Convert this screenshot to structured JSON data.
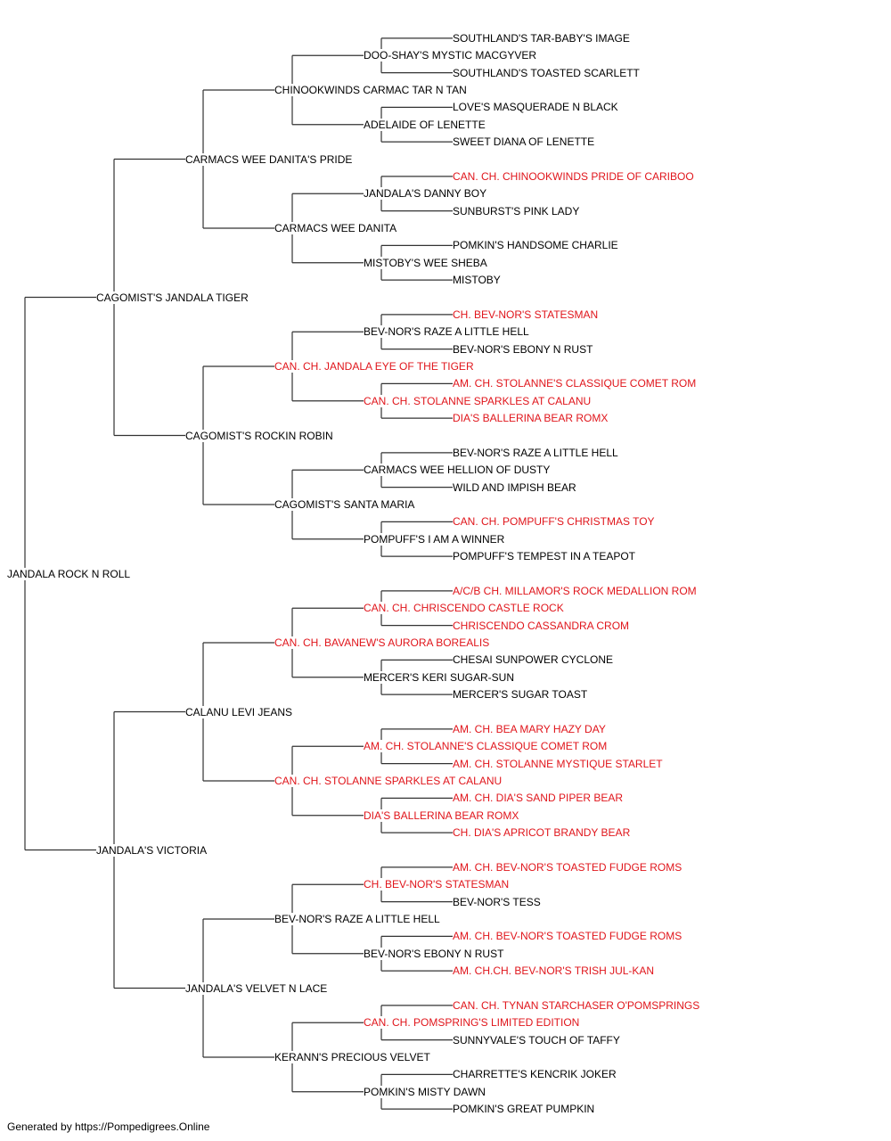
{
  "colors": {
    "champion": "#e0151b",
    "normal": "#000000",
    "line": "#333333"
  },
  "footer": "Generated by https://Pompedigrees.Online",
  "pedigree": {
    "name": "JANDALA ROCK N ROLL",
    "champion": false,
    "sire": {
      "name": "CAGOMIST'S JANDALA TIGER",
      "champion": false,
      "sire": {
        "name": "CARMACS WEE DANITA'S PRIDE",
        "champion": false,
        "sire": {
          "name": "CHINOOKWINDS CARMAC TAR N TAN",
          "champion": false,
          "sire": {
            "name": "DOO-SHAY'S MYSTIC MACGYVER",
            "champion": false,
            "sire": {
              "name": "SOUTHLAND'S TAR-BABY'S IMAGE",
              "champion": false
            },
            "dam": {
              "name": "SOUTHLAND'S TOASTED SCARLETT",
              "champion": false
            }
          },
          "dam": {
            "name": "ADELAIDE OF LENETTE",
            "champion": false,
            "sire": {
              "name": "LOVE'S MASQUERADE N BLACK",
              "champion": false
            },
            "dam": {
              "name": "SWEET DIANA OF LENETTE",
              "champion": false
            }
          }
        },
        "dam": {
          "name": "CARMACS WEE DANITA",
          "champion": false,
          "sire": {
            "name": "JANDALA'S DANNY BOY",
            "champion": false,
            "sire": {
              "name": "CAN. CH. CHINOOKWINDS PRIDE OF CARIBOO",
              "champion": true
            },
            "dam": {
              "name": "SUNBURST'S PINK LADY",
              "champion": false
            }
          },
          "dam": {
            "name": "MISTOBY'S WEE SHEBA",
            "champion": false,
            "sire": {
              "name": "POMKIN'S HANDSOME CHARLIE",
              "champion": false
            },
            "dam": {
              "name": "MISTOBY",
              "champion": false
            }
          }
        }
      },
      "dam": {
        "name": "CAGOMIST'S ROCKIN ROBIN",
        "champion": false,
        "sire": {
          "name": "CAN. CH. JANDALA EYE OF THE TIGER",
          "champion": true,
          "sire": {
            "name": "BEV-NOR'S RAZE A LITTLE HELL",
            "champion": false,
            "sire": {
              "name": "CH. BEV-NOR'S STATESMAN",
              "champion": true
            },
            "dam": {
              "name": "BEV-NOR'S EBONY N RUST",
              "champion": false
            }
          },
          "dam": {
            "name": "CAN. CH. STOLANNE SPARKLES AT CALANU",
            "champion": true,
            "sire": {
              "name": "AM. CH. STOLANNE'S CLASSIQUE COMET ROM",
              "champion": true
            },
            "dam": {
              "name": "DIA'S BALLERINA BEAR ROMX",
              "champion": true
            }
          }
        },
        "dam": {
          "name": "CAGOMIST'S SANTA MARIA",
          "champion": false,
          "sire": {
            "name": "CARMACS WEE HELLION OF DUSTY",
            "champion": false,
            "sire": {
              "name": "BEV-NOR'S RAZE A LITTLE HELL",
              "champion": false
            },
            "dam": {
              "name": "WILD AND IMPISH BEAR",
              "champion": false
            }
          },
          "dam": {
            "name": "POMPUFF'S I AM A WINNER",
            "champion": false,
            "sire": {
              "name": "CAN. CH. POMPUFF'S CHRISTMAS TOY",
              "champion": true
            },
            "dam": {
              "name": "POMPUFF'S TEMPEST IN A TEAPOT",
              "champion": false
            }
          }
        }
      }
    },
    "dam": {
      "name": "JANDALA'S VICTORIA",
      "champion": false,
      "sire": {
        "name": "CALANU LEVI JEANS",
        "champion": false,
        "sire": {
          "name": "CAN. CH. BAVANEW'S AURORA BOREALIS",
          "champion": true,
          "sire": {
            "name": "CAN. CH. CHRISCENDO CASTLE ROCK",
            "champion": true,
            "sire": {
              "name": "A/C/B CH. MILLAMOR'S ROCK MEDALLION ROM",
              "champion": true
            },
            "dam": {
              "name": "CHRISCENDO CASSANDRA CROM",
              "champion": true
            }
          },
          "dam": {
            "name": "MERCER'S KERI SUGAR-SUN",
            "champion": false,
            "sire": {
              "name": "CHESAI SUNPOWER CYCLONE",
              "champion": false
            },
            "dam": {
              "name": "MERCER'S SUGAR TOAST",
              "champion": false
            }
          }
        },
        "dam": {
          "name": "CAN. CH. STOLANNE SPARKLES AT CALANU",
          "champion": true,
          "sire": {
            "name": "AM. CH. STOLANNE'S CLASSIQUE COMET ROM",
            "champion": true,
            "sire": {
              "name": "AM. CH. BEA MARY HAZY DAY",
              "champion": true
            },
            "dam": {
              "name": "AM. CH. STOLANNE MYSTIQUE STARLET",
              "champion": true
            }
          },
          "dam": {
            "name": "DIA'S BALLERINA BEAR ROMX",
            "champion": true,
            "sire": {
              "name": "AM. CH. DIA'S SAND PIPER BEAR",
              "champion": true
            },
            "dam": {
              "name": "CH. DIA'S APRICOT BRANDY BEAR",
              "champion": true
            }
          }
        }
      },
      "dam": {
        "name": "JANDALA'S VELVET N LACE",
        "champion": false,
        "sire": {
          "name": "BEV-NOR'S RAZE A LITTLE HELL",
          "champion": false,
          "sire": {
            "name": "CH. BEV-NOR'S STATESMAN",
            "champion": true,
            "sire": {
              "name": "AM. CH. BEV-NOR'S TOASTED FUDGE ROMS",
              "champion": true
            },
            "dam": {
              "name": "BEV-NOR'S TESS",
              "champion": false
            }
          },
          "dam": {
            "name": "BEV-NOR'S EBONY N RUST",
            "champion": false,
            "sire": {
              "name": "AM. CH. BEV-NOR'S TOASTED FUDGE ROMS",
              "champion": true
            },
            "dam": {
              "name": "AM. CH.CH. BEV-NOR'S TRISH JUL-KAN",
              "champion": true
            }
          }
        },
        "dam": {
          "name": "KERANN'S PRECIOUS VELVET",
          "champion": false,
          "sire": {
            "name": "CAN. CH. POMSPRING'S LIMITED EDITION",
            "champion": true,
            "sire": {
              "name": "CAN. CH. TYNAN STARCHASER O'POMSPRINGS",
              "champion": true
            },
            "dam": {
              "name": "SUNNYVALE'S TOUCH OF TAFFY",
              "champion": false
            }
          },
          "dam": {
            "name": "POMKIN'S MISTY DAWN",
            "champion": false,
            "sire": {
              "name": "CHARRETTE'S KENCRIK JOKER",
              "champion": false
            },
            "dam": {
              "name": "POMKIN'S GREAT PUMPKIN",
              "champion": false
            }
          }
        }
      }
    }
  }
}
